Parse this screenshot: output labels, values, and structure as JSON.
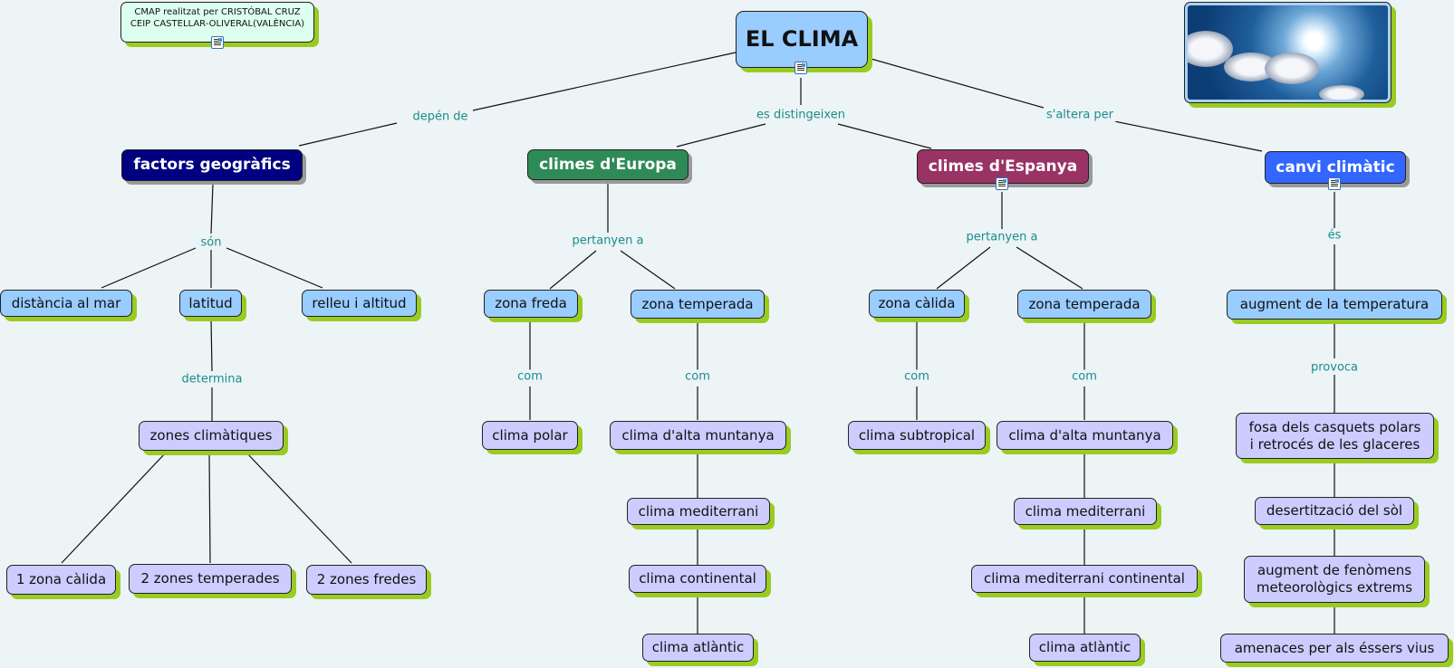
{
  "credit": {
    "line1": "CMAP realitzat per CRISTÓBAL CRUZ",
    "line2": "CEIP CASTELLAR-OLIVERAL(VALÈNCIA)"
  },
  "root": {
    "label": "EL CLIMA"
  },
  "image": {
    "description": "sun-in-blue-sky-with-clouds"
  },
  "colors": {
    "background": "#ecf4f6",
    "link_text": "#1a8c8c",
    "node_blue": "#99ccff",
    "node_lavender": "#ccccff",
    "shadow_green": "#99cc22",
    "factors": "#000080",
    "europa": "#2e8b57",
    "espanya": "#993366",
    "canvi": "#3366ff"
  },
  "links": {
    "depen_de": "depén de",
    "es_distingeixen": "es distingeixen",
    "s_altera_per": "s'altera per",
    "son": "són",
    "determina": "determina",
    "pertanyen_europa": "pertanyen a",
    "pertanyen_espanya": "pertanyen a",
    "com_freda": "com",
    "com_temp_eu": "com",
    "com_calida": "com",
    "com_temp_es": "com",
    "es": "és",
    "provoca": "provoca"
  },
  "factors": {
    "title": "factors geogràfics",
    "items": [
      "distància al mar",
      "latitud",
      "relleu i altitud"
    ],
    "zones_title": "zones climàtiques",
    "zones": [
      "1 zona càlida",
      "2 zones temperades",
      "2 zones fredes"
    ]
  },
  "europa": {
    "title": "climes d'Europa",
    "zones": [
      "zona freda",
      "zona temperada"
    ],
    "freda_climes": [
      "clima polar"
    ],
    "temperada_climes": [
      "clima d'alta muntanya",
      "clima mediterrani",
      "clima continental",
      "clima atlàntic"
    ]
  },
  "espanya": {
    "title": "climes d'Espanya",
    "zones": [
      "zona càlida",
      "zona temperada"
    ],
    "calida_climes": [
      "clima subtropical"
    ],
    "temperada_climes": [
      "clima d'alta muntanya",
      "clima mediterrani",
      "clima mediterrani continental",
      "clima atlàntic"
    ]
  },
  "canvi": {
    "title": "canvi climàtic",
    "augment": "augment de la temperatura",
    "effects": [
      {
        "line1": "fosa dels casquets polars",
        "line2": "i retrocés de les glaceres"
      },
      {
        "line1": "desertització del sòl",
        "line2": ""
      },
      {
        "line1": "augment de fenòmens",
        "line2": "meteorològics extrems"
      },
      {
        "line1": "amenaces per als éssers vius",
        "line2": ""
      }
    ]
  }
}
